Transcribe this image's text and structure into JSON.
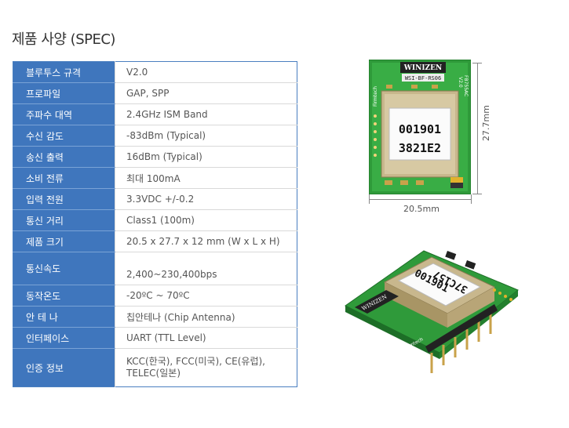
{
  "title": "제품 사양 (SPEC)",
  "specs": [
    {
      "key": "블루투스 규격",
      "value": "V2.0"
    },
    {
      "key": "프로파일",
      "value": "GAP, SPP"
    },
    {
      "key": "주파수 대역",
      "value": "2.4GHz ISM Band"
    },
    {
      "key": "수신 감도",
      "value": "-83dBm (Typical)"
    },
    {
      "key": "송신 출력",
      "value": "16dBm (Typical)"
    },
    {
      "key": "소비 전류",
      "value": "최대 100mA"
    },
    {
      "key": "입력 전원",
      "value": "3.3VDC +/-0.2"
    },
    {
      "key": "통신 거리",
      "value": "Class1 (100m)"
    },
    {
      "key": "제품 크기",
      "value": "20.5 x 27.7 x 12 mm (W x L x H)"
    },
    {
      "key": "통신속도",
      "value": "2,400~230,400bps"
    },
    {
      "key": "동작온도",
      "value": "-20ºC ~ 70ºC"
    },
    {
      "key": "안 테 나",
      "value": "칩안테나 (Chip Antenna)"
    },
    {
      "key": "인터페이스",
      "value": "UART (TTL Level)"
    },
    {
      "key": "인증 정보",
      "value_line1": "KCC(한국), FCC(미국), CE(유럽),",
      "value_line2": "TELEC(일본)"
    }
  ],
  "image_top": {
    "brand": "WINIZEN",
    "model": "WSI-BF-RS06",
    "side_brand": "Firmtech",
    "side_model": "FB755AC",
    "side_version": "V2.0",
    "label_line1": "001901",
    "label_line2": "3821E2",
    "width_label": "20.5mm",
    "height_label": "27.7mm"
  },
  "image_3d": {
    "label_line1": "001901",
    "label_line2": "37C157",
    "brand": "WINIZEN",
    "side_brand": "Firmtech"
  }
}
